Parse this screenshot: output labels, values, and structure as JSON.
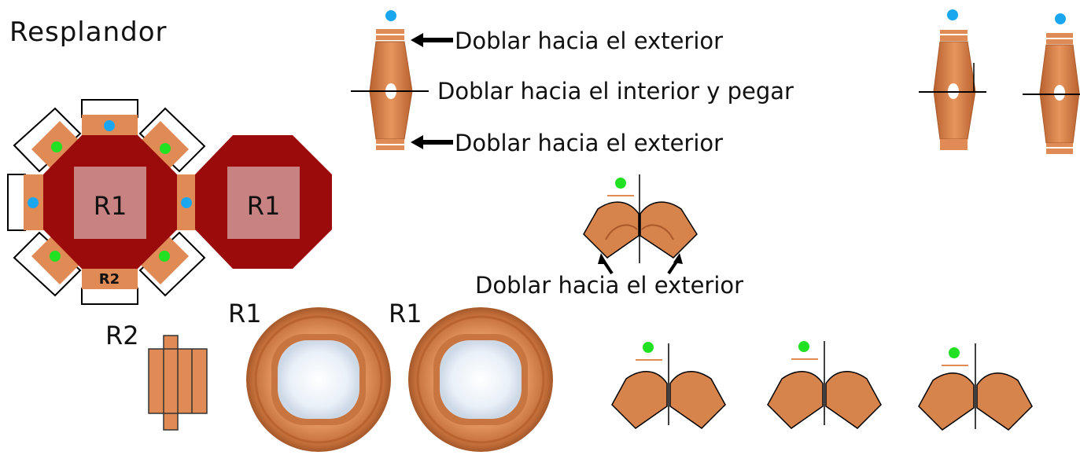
{
  "title": "Resplandor",
  "instructions": {
    "fold_out": "Doblar hacia el exterior",
    "fold_in_glue": "Doblar hacia el interior y pegar"
  },
  "piece_labels": {
    "r1": "R1",
    "r2": "R2"
  },
  "colors": {
    "dark_red": "#9b0b0b",
    "pink_square": "#c98282",
    "tan": "#e08b55",
    "blue_dot": "#1aa7f0",
    "green_dot": "#22e022",
    "tab_outline": "#000000",
    "mirror_center": "#f3f7fb"
  },
  "icons": [
    "blue-dot-icon",
    "green-dot-icon",
    "left-arrow-icon",
    "curved-arrow-icon"
  ]
}
